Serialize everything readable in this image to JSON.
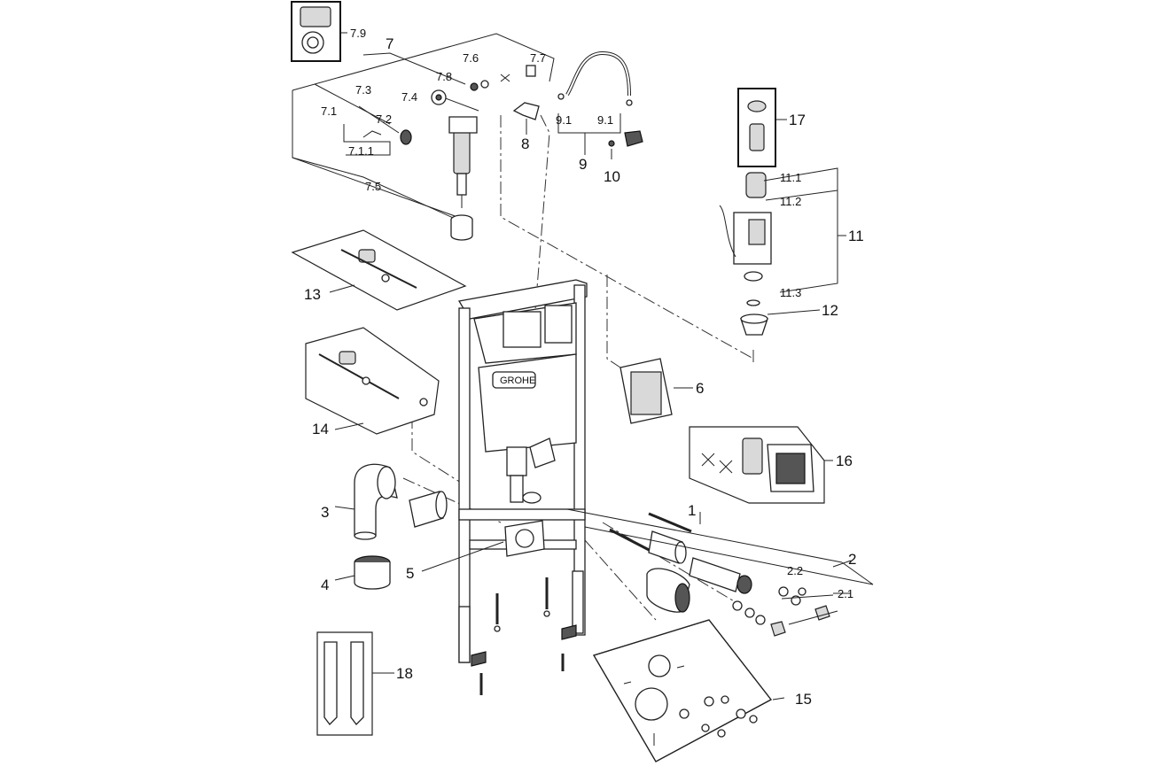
{
  "brand": "GROHE",
  "colors": {
    "line": "#222222",
    "fill": "#ffffff",
    "shade": "#d9d9d9"
  },
  "callouts": {
    "c1": "1",
    "c2": "2",
    "c2_1": "2.1",
    "c2_2": "2.2",
    "c3": "3",
    "c4": "4",
    "c5": "5",
    "c6": "6",
    "c7": "7",
    "c7_1": "7.1",
    "c7_1_1": "7.1.1",
    "c7_2": "7.2",
    "c7_3": "7.3",
    "c7_4": "7.4",
    "c7_5": "7.5",
    "c7_6": "7.6",
    "c7_7": "7.7",
    "c7_8": "7.8",
    "c7_9": "7.9",
    "c8": "8",
    "c9": "9",
    "c9_1a": "9.1",
    "c9_1b": "9.1",
    "c10": "10",
    "c11": "11",
    "c11_1": "11.1",
    "c11_2": "11.2",
    "c11_3": "11.3",
    "c12": "12",
    "c13": "13",
    "c14": "14",
    "c15": "15",
    "c16": "16",
    "c17": "17",
    "c18": "18"
  }
}
